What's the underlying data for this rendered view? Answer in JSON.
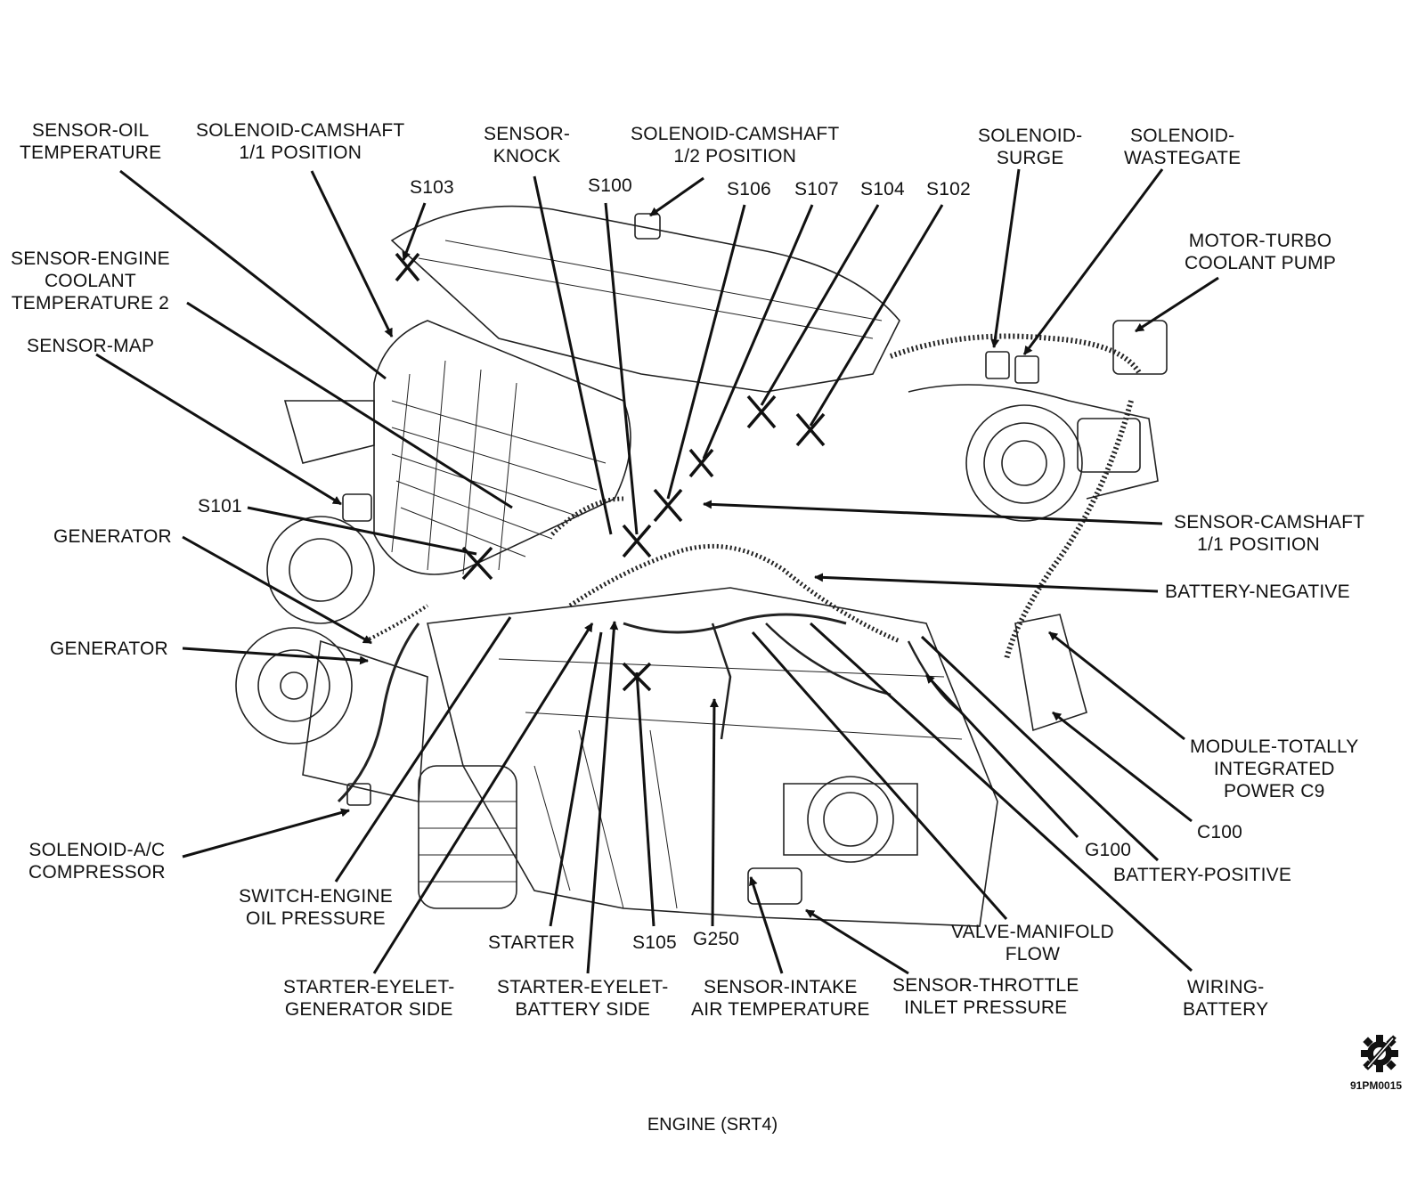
{
  "diagram": {
    "caption": "ENGINE (SRT4)",
    "figure_code": "91PM0015"
  },
  "labels": {
    "sensor_oil_temp": [
      "SENSOR-OIL",
      "TEMPERATURE"
    ],
    "solenoid_cam_11": [
      "SOLENOID-CAMSHAFT",
      "1/1 POSITION"
    ],
    "sensor_knock": [
      "SENSOR-",
      "KNOCK"
    ],
    "solenoid_cam_12": [
      "SOLENOID-CAMSHAFT",
      "1/2 POSITION"
    ],
    "solenoid_surge": [
      "SOLENOID-",
      "SURGE"
    ],
    "solenoid_wastegate": [
      "SOLENOID-",
      "WASTEGATE"
    ],
    "s103": "S103",
    "s100": "S100",
    "s106": "S106",
    "s107": "S107",
    "s104": "S104",
    "s102": "S102",
    "motor_turbo": [
      "MOTOR-TURBO",
      "COOLANT PUMP"
    ],
    "sensor_ect2": [
      "SENSOR-ENGINE",
      "COOLANT",
      "TEMPERATURE 2"
    ],
    "sensor_map": "SENSOR-MAP",
    "s101": "S101",
    "generator_1": "GENERATOR",
    "generator_2": "GENERATOR",
    "sensor_cam_pos": [
      "SENSOR-CAMSHAFT",
      "1/1 POSITION"
    ],
    "battery_negative": "BATTERY-NEGATIVE",
    "module_tipm": [
      "MODULE-TOTALLY",
      "INTEGRATED",
      "POWER C9"
    ],
    "c100": "C100",
    "g100": "G100",
    "battery_positive": "BATTERY-POSITIVE",
    "solenoid_ac": [
      "SOLENOID-A/C",
      "COMPRESSOR"
    ],
    "switch_oil": [
      "SWITCH-ENGINE",
      "OIL PRESSURE"
    ],
    "starter": "STARTER",
    "s105": "S105",
    "g250": "G250",
    "valve_manifold": [
      "VALVE-MANIFOLD",
      "FLOW"
    ],
    "wiring_battery": [
      "WIRING-",
      "BATTERY"
    ],
    "starter_eyelet_gen": [
      "STARTER-EYELET-",
      "GENERATOR SIDE"
    ],
    "starter_eyelet_bat": [
      "STARTER-EYELET-",
      "BATTERY SIDE"
    ],
    "sensor_iat": [
      "SENSOR-INTAKE",
      "AIR TEMPERATURE"
    ],
    "sensor_tip": [
      "SENSOR-THROTTLE",
      "INLET PRESSURE"
    ]
  },
  "colors": {
    "ink": "#111111",
    "background": "#ffffff"
  },
  "icons": {
    "gear": "gear-slash-icon"
  }
}
